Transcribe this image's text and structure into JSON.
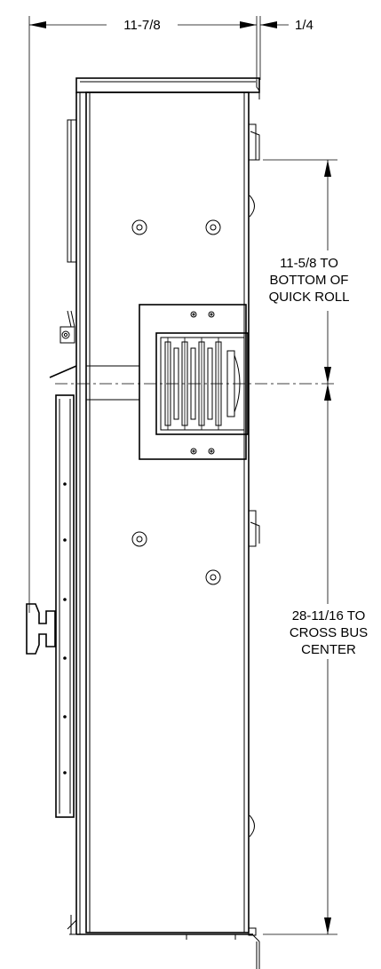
{
  "drawing": {
    "dims": {
      "width_total": "11-7/8",
      "width_offset": "1/4"
    },
    "callouts": {
      "quick_roll": [
        "11-5/8 TO",
        "BOTTOM OF",
        "QUICK ROLL"
      ],
      "cross_bus": [
        "28-11/16 TO",
        "CROSS BUS",
        "CENTER"
      ]
    }
  }
}
